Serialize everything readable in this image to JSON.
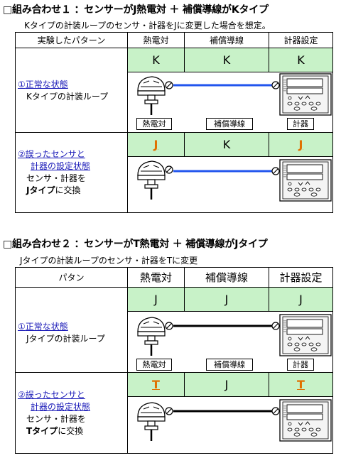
{
  "section1": {
    "title": "□組み合わせ１ ：センサーがJ熱電対 ＋ 補償導線がKタイプ",
    "subtitle": "Kタイプの計装ループのセンサ・計器をJに変更した場合を想定。",
    "headers": [
      "実験したパターン",
      "熱電対",
      "補償導線",
      "計器設定"
    ],
    "row1": {
      "num": "①",
      "link": "正常な状態",
      "desc": "Kタイプの計装ループ",
      "codes": [
        "K",
        "K",
        "K"
      ],
      "wire_color": "#2255ee",
      "captions": [
        "熱電対",
        "補償導線",
        "計器"
      ]
    },
    "row2": {
      "num": "②",
      "link1": "誤ったセンサと",
      "link2": "計器の設定状態",
      "desc1": "センサ・計器を",
      "desc2_bold": "Jタイプ",
      "desc2_rest": "に交換",
      "codes": [
        "J",
        "K",
        "J"
      ],
      "wire_color": "#2255ee"
    }
  },
  "section2": {
    "title": "□組み合わせ２ ：センサーがT熱電対 ＋ 補償導線がJタイプ",
    "subtitle": "Jタイプの計装ループのセンサ・計器をTに変更",
    "headers": [
      "パタン",
      "熱電対",
      "補償導線",
      "計器設定"
    ],
    "row1": {
      "num": "①",
      "link": "正常な状態",
      "desc": "Jタイプの計装ループ",
      "codes": [
        "J",
        "J",
        "J"
      ],
      "wire_color": "#000000",
      "captions": [
        "熱電対",
        "補償導線",
        "計器"
      ]
    },
    "row2": {
      "num": "②",
      "link1": "誤ったセンサと",
      "link2": "計器の設定状態",
      "desc1": "センサ・計器を",
      "desc2_bold": "Tタイプ",
      "desc2_rest": "に交換",
      "codes": [
        "T",
        "J",
        "T"
      ],
      "wire_color": "#000000"
    }
  },
  "colors": {
    "code_bg": "#c8f2c8",
    "wrong_code": "#e07000",
    "link": "#1a1ab8"
  },
  "icons": [
    "thermocouple-icon",
    "terminal-icon",
    "instrument-controller-icon"
  ]
}
